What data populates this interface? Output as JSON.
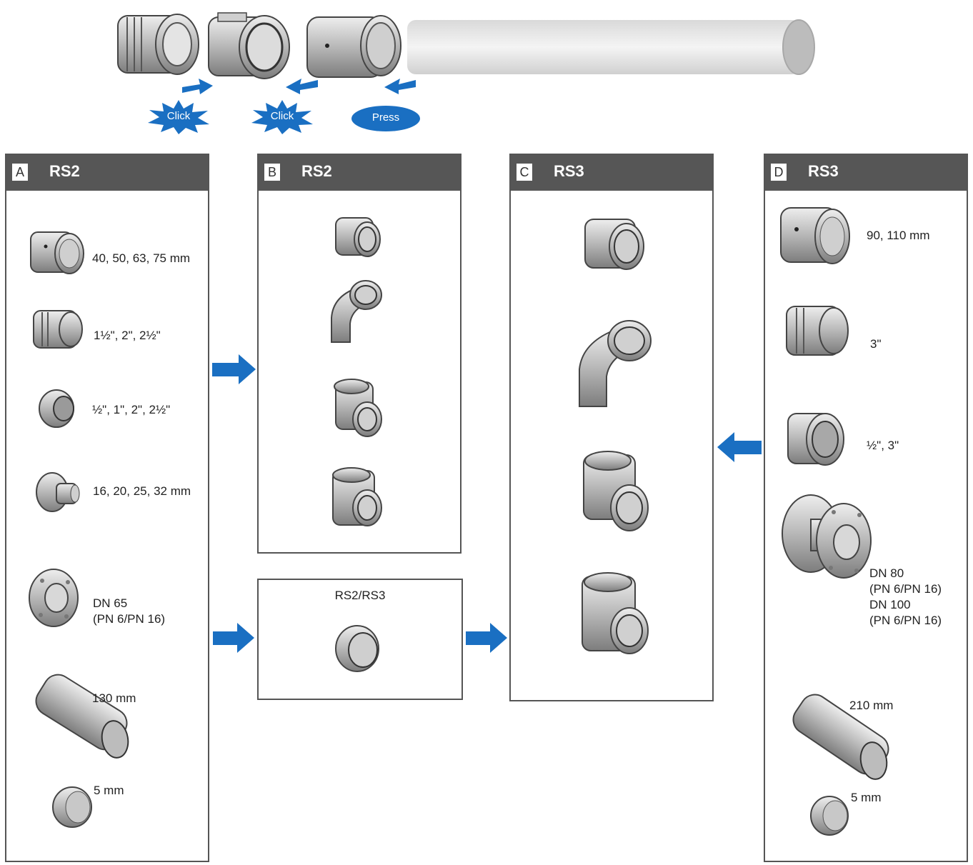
{
  "top_steps": [
    {
      "label": "Click",
      "shape": "starburst"
    },
    {
      "label": "Click",
      "shape": "starburst"
    },
    {
      "label": "Press",
      "shape": "ellipse"
    }
  ],
  "colors": {
    "accent": "#1a6fc2",
    "header": "#565656",
    "metal": "#b5b5b5"
  },
  "panels": {
    "a": {
      "letter": "A",
      "title": "RS2",
      "items": [
        {
          "label": "40, 50, 63, 75 mm"
        },
        {
          "label": "1½\", 2\", 2½\""
        },
        {
          "label": "½\", 1\", 2\", 2½\""
        },
        {
          "label": "16, 20, 25, 32 mm"
        },
        {
          "label": "DN 65\n(PN 6/PN 16)"
        },
        {
          "label": "130 mm"
        },
        {
          "label": "5 mm"
        }
      ]
    },
    "b": {
      "letter": "B",
      "title": "RS2"
    },
    "bc": {
      "title": "RS2/RS3"
    },
    "c": {
      "letter": "C",
      "title": "RS3"
    },
    "d": {
      "letter": "D",
      "title": "RS3",
      "items": [
        {
          "label": "90, 110 mm"
        },
        {
          "label": "3\""
        },
        {
          "label": "½\", 3\""
        },
        {
          "label": "DN 80\n(PN 6/PN 16)\nDN 100\n(PN 6/PN 16)"
        },
        {
          "label": "210 mm"
        },
        {
          "label": "5 mm"
        }
      ]
    }
  }
}
